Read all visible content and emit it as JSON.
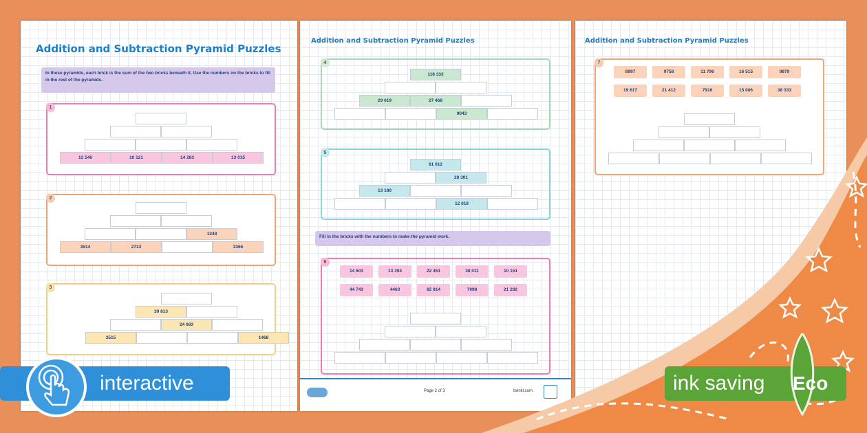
{
  "title": "Addition and Subtraction Pyramid Puzzles",
  "instruction1": "In these pyramids, each brick is the sum of the two bricks beneath it. Use the numbers on the bricks to fill in the rest of the pyramids.",
  "instruction2": "Fill in the bricks with the numbers to make the pyramid work.",
  "p1": {
    "q1": {
      "num": "1",
      "base": [
        "12 546",
        "10 121",
        "14 283",
        "13 015"
      ]
    },
    "q2": {
      "num": "2",
      "row2_4": "1348",
      "base": [
        "3514",
        "2713",
        "",
        "3366"
      ]
    },
    "q3": {
      "num": "3",
      "row2_2": "39 813",
      "row3_2": "24 683",
      "base": [
        "3515",
        "",
        "",
        "1468"
      ]
    }
  },
  "p2": {
    "q4": {
      "num": "4",
      "top": "118 333",
      "row3_1": "29 619",
      "row3_2": "27 468",
      "base4": "9043"
    },
    "q5": {
      "num": "5",
      "top": "61 012",
      "row2_2": "28 301",
      "row3_1": "13 180",
      "base3": "12 018"
    },
    "q6": {
      "num": "6",
      "chips": [
        "14 603",
        "13 394",
        "22 451",
        "38 011",
        "10 151",
        "44 743",
        "4463",
        "82 814",
        "7998",
        "21 282"
      ]
    },
    "footer_page": "Page 2 of 3"
  },
  "p3": {
    "q7": {
      "num": "7",
      "chips": [
        "8997",
        "9758",
        "11 796",
        "16 515",
        "9879",
        "19 617",
        "21 412",
        "7916",
        "15 006",
        "38 333"
      ]
    }
  },
  "footer_url": "twinkl.com",
  "badges": {
    "interactive": "interactive",
    "ink": "ink saving",
    "eco": "Eco"
  },
  "colors": {
    "pink": "#ee7cb2",
    "orange": "#f2a273",
    "yellow": "#f4cf7d",
    "green": "#a7d9b0",
    "teal": "#8fd3d8",
    "blue": "#2f8fd8",
    "eco_green": "#5ba437"
  }
}
